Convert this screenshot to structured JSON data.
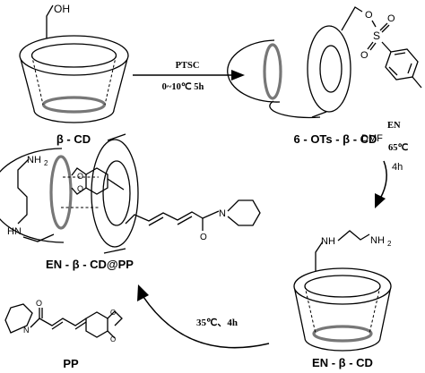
{
  "labels": {
    "bcd": "β - CD",
    "ots": "6 - OTs - β - CD",
    "en_cd": "EN - β - CD",
    "complex": "EN - β - CD@PP",
    "pp": "PP"
  },
  "atoms": {
    "oh": "OH",
    "o": "O",
    "s": "S",
    "nh": "NH",
    "nh2": "NH",
    "nh2_sub": "2",
    "n": "N",
    "hn": "HN"
  },
  "conditions": {
    "step1_reagent": "PTSC",
    "step1_cond": "0~10℃  5h",
    "step2_solvent": "DMF",
    "step2_reagent": "EN",
    "step2_temp": "65℃",
    "step2_time": "4h",
    "step3_cond": "35℃、4h"
  }
}
